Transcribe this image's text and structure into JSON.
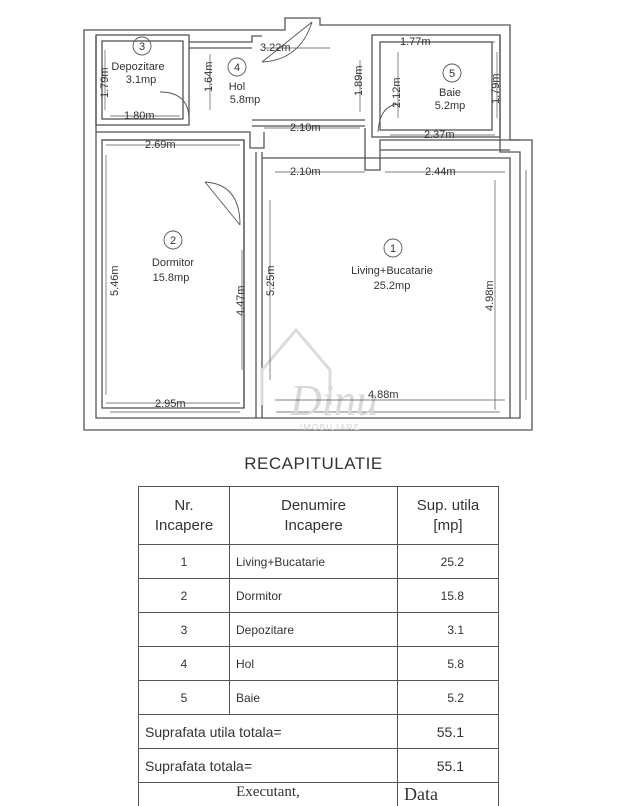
{
  "plan": {
    "rooms": [
      {
        "number": "1",
        "name": "Living+Bucatarie",
        "area": "25.2mp"
      },
      {
        "number": "2",
        "name": "Dormitor",
        "area": "15.8mp"
      },
      {
        "number": "3",
        "name": "Depozitare",
        "area": "3.1mp"
      },
      {
        "number": "4",
        "name": "Hol",
        "area": "5.8mp"
      },
      {
        "number": "5",
        "name": "Baie",
        "area": "5.2mp"
      }
    ],
    "dimensions": {
      "hol_top": "3.22m",
      "hol_height": "1.64m",
      "depozitare_height": "1.79m",
      "depozitare_width": "1.80m",
      "hol_right": "1.89m",
      "baie_top": "1.77m",
      "baie_left": "2.12m",
      "baie_right": "1.79m",
      "baie_bottom": "2.37m",
      "hol_bottom": "2.10m",
      "living_top_left": "2.10m",
      "living_top_right": "2.44m",
      "dormitor_top": "2.69m",
      "dormitor_left": "5.46m",
      "dormitor_right": "4.47m",
      "dormitor_bottom": "2.95m",
      "living_left": "5.25m",
      "living_right": "4.98m",
      "living_bottom": "4.88m"
    },
    "watermark": {
      "brand": "Dinu",
      "sub": "IMOBILIARE"
    }
  },
  "recap": {
    "title": "RECAPITULATIE",
    "headers": {
      "nr": "Nr. Incapere",
      "name": "Denumire Incapere",
      "area": "Sup. utila [mp]"
    },
    "rows": [
      {
        "nr": "1",
        "name": "Living+Bucatarie",
        "area": "25.2"
      },
      {
        "nr": "2",
        "name": "Dormitor",
        "area": "15.8"
      },
      {
        "nr": "3",
        "name": "Depozitare",
        "area": "3.1"
      },
      {
        "nr": "4",
        "name": "Hol",
        "area": "5.8"
      },
      {
        "nr": "5",
        "name": "Baie",
        "area": "5.2"
      }
    ],
    "total_useful_label": "Suprafata utila totala=",
    "total_useful_value": "55.1",
    "total_label": "Suprafata totala=",
    "total_value": "55.1",
    "footer_left": "Executant,",
    "footer_right": "Data"
  }
}
